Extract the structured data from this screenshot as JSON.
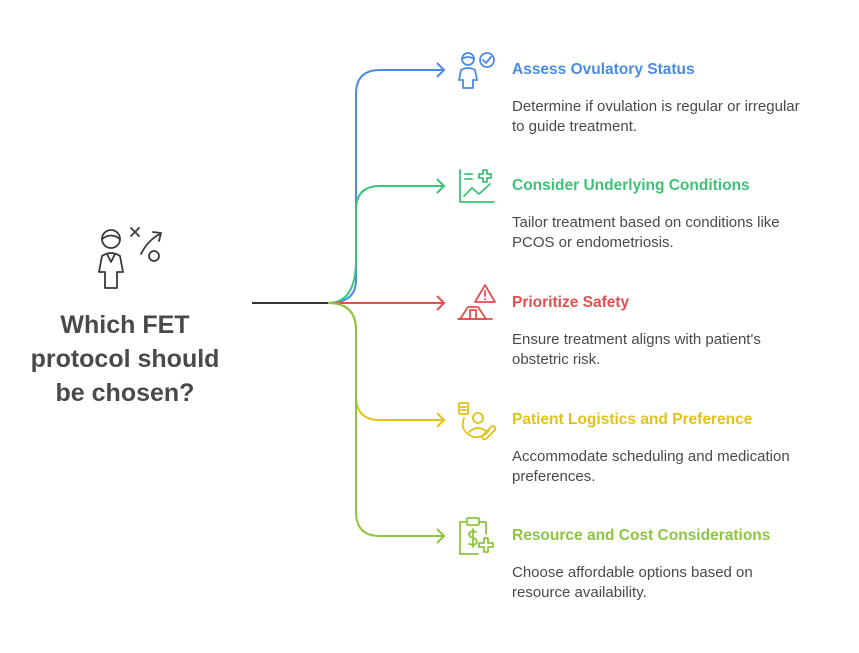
{
  "question": {
    "line1": "Which FET",
    "line2": "protocol should",
    "line3": "be chosen?"
  },
  "branches": [
    {
      "title": "Assess Ovulatory Status",
      "desc_line1": "Determine if ovulation is regular or irregular",
      "desc_line2": "to guide treatment.",
      "color": "#4b8be6",
      "icon": "person-check-icon"
    },
    {
      "title": "Consider Underlying Conditions",
      "desc_line1": "Tailor treatment based on conditions like",
      "desc_line2": "PCOS or endometriosis.",
      "color": "#3cc378",
      "icon": "medical-chart-icon"
    },
    {
      "title": "Prioritize Safety",
      "desc_line1": "Ensure treatment aligns with patient's",
      "desc_line2": "obstetric risk.",
      "color": "#e54f4f",
      "icon": "warning-shield-icon"
    },
    {
      "title": "Patient Logistics and Preference",
      "desc_line1": "Accommodate scheduling and medication",
      "desc_line2": "preferences.",
      "color": "#e3c217",
      "icon": "patient-pill-icon"
    },
    {
      "title": "Resource and Cost Considerations",
      "desc_line1": "Choose affordable options based on",
      "desc_line2": "resource availability.",
      "color": "#8cc63f",
      "icon": "clipboard-cost-icon"
    }
  ]
}
